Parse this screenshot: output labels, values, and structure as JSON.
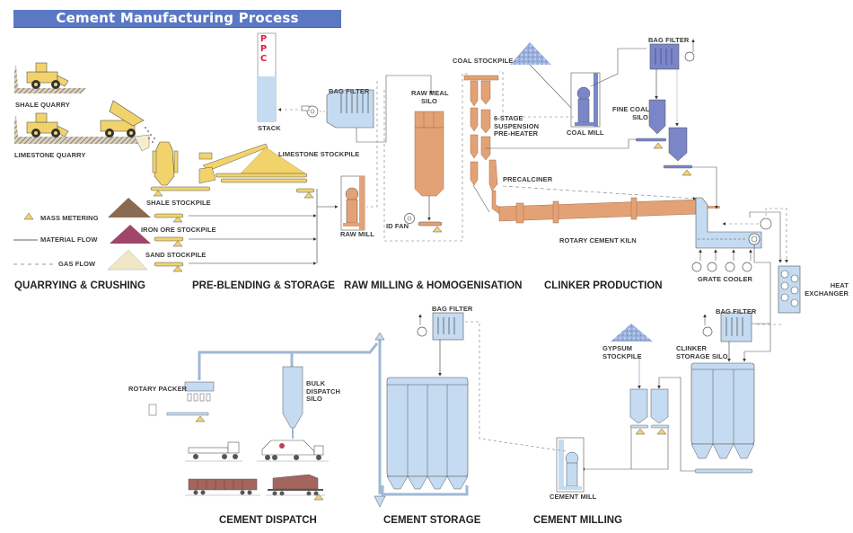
{
  "title": "Cement Manufacturing Process",
  "stack_brand": [
    "P",
    "P",
    "C"
  ],
  "colors": {
    "title_bar": "#5a78c4",
    "equipment_yellow": "#f2d36b",
    "raw_orange": "#e3a276",
    "coal_blue": "#7b86c8",
    "cement_light_blue": "#c4dbf2",
    "shale": "#8a6a50",
    "iron_ore": "#a0466a",
    "sand": "#efe8c8",
    "coal": "#6d7fc0",
    "gypsum": "#b9c7e4",
    "wagon": "#a4655e"
  },
  "legend": {
    "mass_metering": "MASS METERING",
    "material_flow": "MATERIAL FLOW",
    "gas_flow": "GAS FLOW"
  },
  "labels": {
    "shale_quarry": "SHALE QUARRY",
    "limestone_quarry": "LIMESTONE QUARRY",
    "stack": "STACK",
    "limestone_stockpile": "LIMESTONE STOCKPILE",
    "shale_stockpile": "SHALE STOCKPILE",
    "iron_ore_stockpile": "IRON ORE STOCKPILE",
    "sand_stockpile": "SAND STOCKPILE",
    "bag_filter_raw": "BAG FILTER",
    "raw_meal_silo": "RAW MEAL\nSILO",
    "raw_mill": "RAW MILL",
    "id_fan": "ID FAN",
    "coal_stockpile": "COAL STOCKPILE",
    "preheater": "6-STAGE\nSUSPENSION\nPRE-HEATER",
    "precalciner": "PRECALCINER",
    "coal_mill": "COAL MILL",
    "bag_filter_coal": "BAG FILTER",
    "fine_coal_silo": "FINE COAL\nSILO",
    "rotary_kiln": "ROTARY CEMENT KILN",
    "grate_cooler": "GRATE COOLER",
    "heat_exchanger": "HEAT\nEXCHANGER",
    "bag_filter_clinker": "BAG FILTER",
    "clinker_storage_silo": "CLINKER\nSTORAGE SILO",
    "gypsum_stockpile": "GYPSUM\nSTOCKPILE",
    "cement_mill": "CEMENT MILL",
    "bag_filter_cement": "BAG FILTER",
    "rotary_packer": "ROTARY PACKER",
    "bulk_dispatch_silo": "BULK\nDISPATCH\nSILO"
  },
  "sections": [
    "QUARRYING & CRUSHING",
    "PRE-BLENDING & STORAGE",
    "RAW MILLING & HOMOGENISATION",
    "CLINKER PRODUCTION",
    "CEMENT DISPATCH",
    "CEMENT STORAGE",
    "CEMENT MILLING"
  ]
}
